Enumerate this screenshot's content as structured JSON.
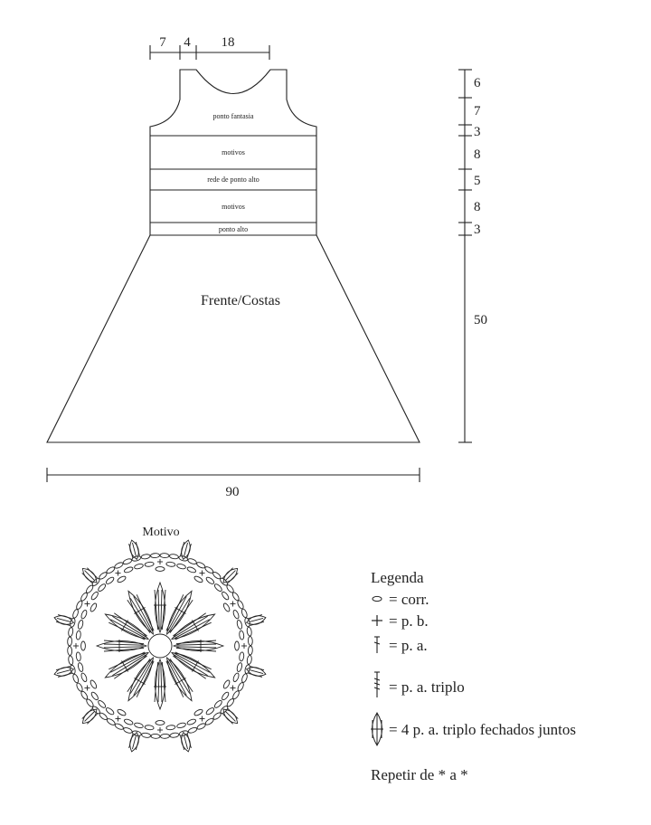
{
  "top_dims": [
    "7",
    "4",
    "18"
  ],
  "bands": [
    "ponto fantasia",
    "motivos",
    "rede de ponto alto",
    "motivos",
    "ponto alto"
  ],
  "main_label": "Frente/Costas",
  "right_dims": [
    "6",
    "7",
    "3",
    "8",
    "5",
    "8",
    "3",
    "50"
  ],
  "bottom_dim": "90",
  "motif_title": "Motivo",
  "legend": {
    "title": "Legenda",
    "items": [
      "= corr.",
      "= p. b.",
      "= p. a.",
      "= p. a. triplo",
      "= 4 p. a. triplo fechados juntos"
    ],
    "repeat": "Repetir de * a *"
  },
  "colors": {
    "line": "#222222",
    "background": "#ffffff"
  }
}
